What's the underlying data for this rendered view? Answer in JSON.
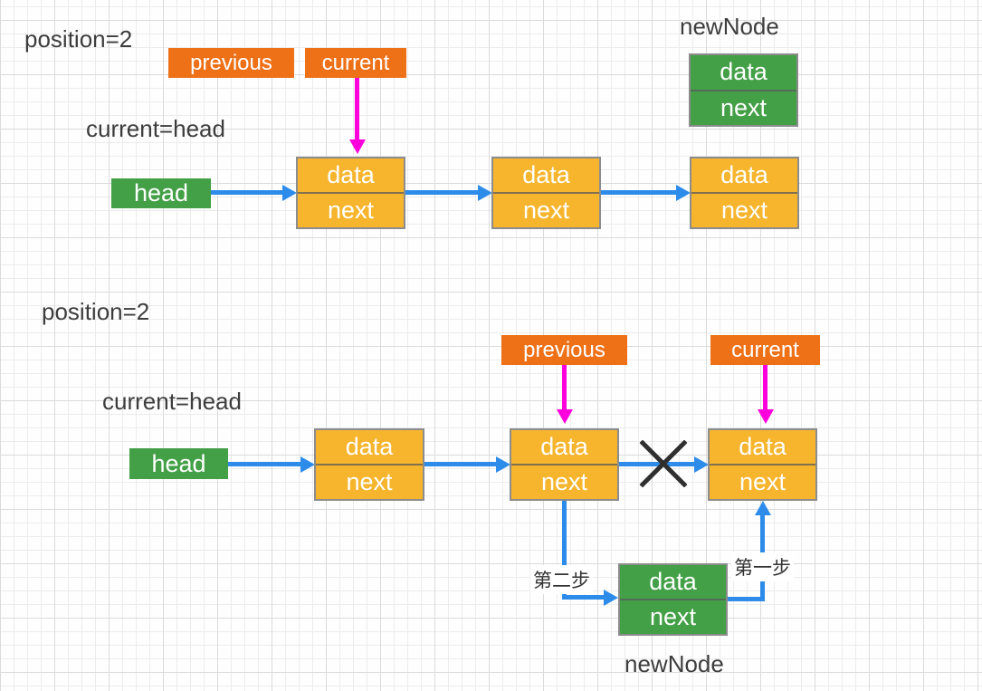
{
  "colors": {
    "tag_orange": "#EE7118",
    "node_orange": "#F7B52D",
    "node_green": "#43A047",
    "arrow_blue": "#2D8CEA",
    "arrow_magenta": "#FF00DC",
    "text_dark": "#3D3D3D",
    "node_border": "#8C8C8C",
    "grid_minor": "#ECECEC",
    "grid_major": "#DBDBDB"
  },
  "diagram_top": {
    "position_text": "position=2",
    "assignment_text": "current=head",
    "previous_tag": "previous",
    "current_tag": "current",
    "head_label": "head",
    "new_node_title": "newNode",
    "nodes": [
      {
        "data": "data",
        "next": "next"
      },
      {
        "data": "data",
        "next": "next"
      },
      {
        "data": "data",
        "next": "next"
      }
    ],
    "new_node": {
      "data": "data",
      "next": "next"
    }
  },
  "diagram_bottom": {
    "position_text": "position=2",
    "assignment_text": "current=head",
    "previous_tag": "previous",
    "current_tag": "current",
    "head_label": "head",
    "new_node_title": "newNode",
    "step1_label": "第一步",
    "step2_label": "第二步",
    "nodes": [
      {
        "data": "data",
        "next": "next"
      },
      {
        "data": "data",
        "next": "next"
      },
      {
        "data": "data",
        "next": "next"
      }
    ],
    "new_node": {
      "data": "data",
      "next": "next"
    }
  }
}
